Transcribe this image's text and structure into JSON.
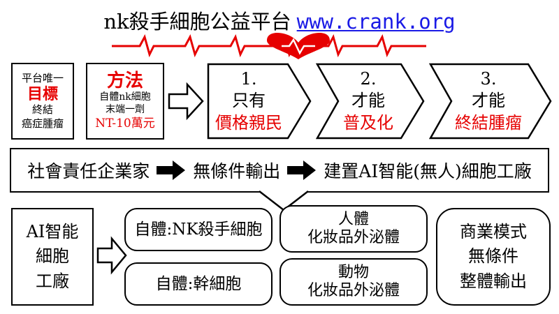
{
  "colors": {
    "accent_red": "#e60000",
    "link_blue": "#1a1ae6",
    "outline_black": "#000000"
  },
  "header": {
    "title": "nk殺手細胞公益平台",
    "url": "www.crank.org"
  },
  "row1": {
    "goal_box": {
      "line1": "平台唯一",
      "line2": "目標",
      "line3": "終結",
      "line4": "癌症腫瘤"
    },
    "method_box": {
      "line1": "方法",
      "line2": "自體nk細胞",
      "line3": "末端一劑",
      "line4": "NT-10萬元"
    },
    "step1": {
      "num": "1.",
      "line1": "只有",
      "line2": "價格親民"
    },
    "step2": {
      "num": "2.",
      "line1": "才能",
      "line2": "普及化"
    },
    "step3": {
      "num": "3.",
      "line1": "才能",
      "line2": "終結腫瘤"
    }
  },
  "row2": {
    "item1": "社會責任企業家",
    "item2": "無條件輸出",
    "item3": "建置AI智能(無人)細胞工廠"
  },
  "row3": {
    "factory": {
      "line1": "AI智能",
      "line2": "細胞",
      "line3": "工廠"
    },
    "nk_cell": "自體:NK殺手細胞",
    "stem_cell": "自體:幹細胞",
    "human": {
      "line1": "人體",
      "line2": "化妝品外泌體"
    },
    "animal": {
      "line1": "動物",
      "line2": "化妝品外泌體"
    },
    "business": {
      "line1": "商業模式",
      "line2": "無條件",
      "line3": "整體輸出"
    }
  }
}
